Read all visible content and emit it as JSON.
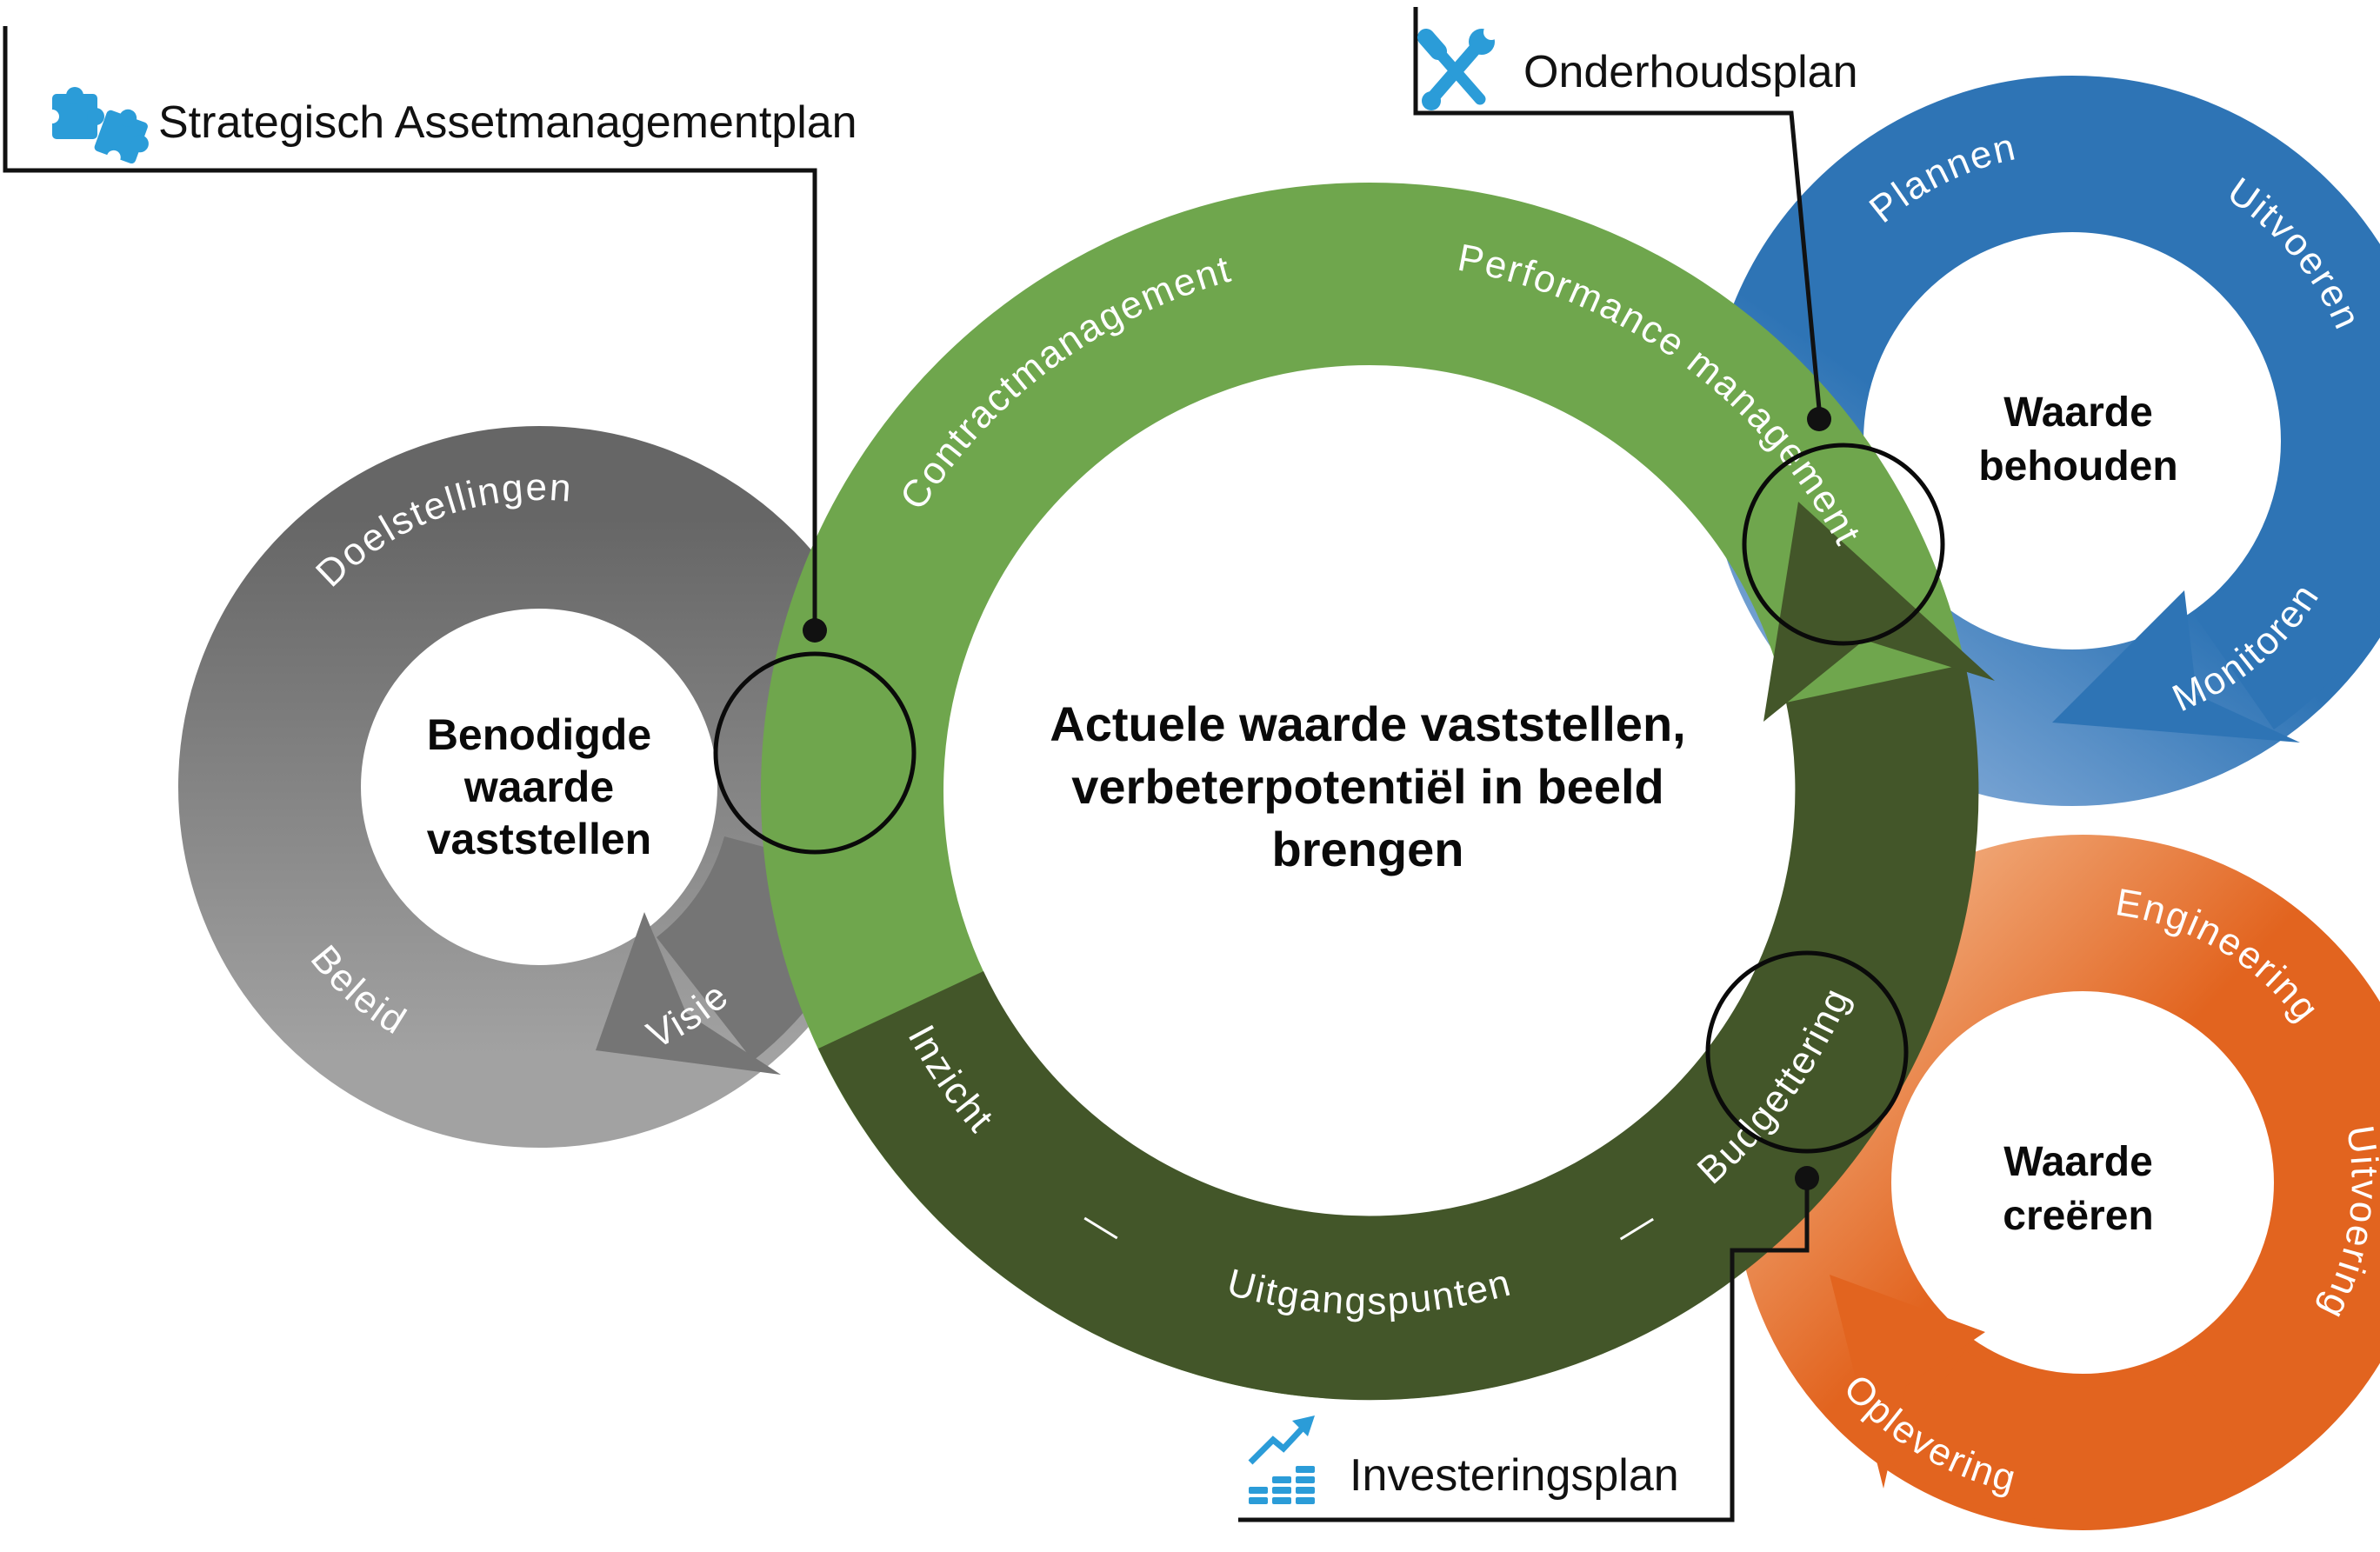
{
  "callouts": {
    "strategisch": {
      "label": "Strategisch Assetmanagementplan",
      "icon": "puzzle-icon"
    },
    "onderhoudsplan": {
      "label": "Onderhoudsplan",
      "icon": "tools-icon"
    },
    "investeringsplan": {
      "label": "Investeringsplan",
      "icon": "bar-chart-icon"
    }
  },
  "cycles": {
    "benodigde": {
      "center": [
        "Benodigde",
        "waarde",
        "vaststellen"
      ],
      "segments": [
        "Doelstellingen",
        "Beleid",
        "Visie"
      ]
    },
    "actuele": {
      "center": [
        "Actuele waarde vaststellen,",
        "verbeterpotentiël in beeld",
        "brengen"
      ],
      "segments_top": [
        "Contractmanagement",
        "Performance management"
      ],
      "segments_bottom": [
        "Inzicht",
        "—",
        "Uitgangspunten",
        "—",
        "Budgettering"
      ]
    },
    "behouden": {
      "center": [
        "Waarde",
        "behouden"
      ],
      "segments": [
        "Plannen",
        "Uitvoeren",
        "Monitoren"
      ]
    },
    "creeren": {
      "center": [
        "Waarde",
        "creëren"
      ],
      "segments": [
        "Engineering",
        "Uitvoering",
        "Oplevering"
      ]
    }
  },
  "colors": {
    "accent_blue": "#2B9CD8",
    "blue_ring_dark": "#2E74B5",
    "blue_ring_light": "#7FA8D6",
    "green_light": "#6FA64D",
    "green_dark": "#435629",
    "gray_dark": "#6A6A6A",
    "gray_light": "#9E9E9E",
    "orange_dark": "#E2641F",
    "orange_light": "#F0A878",
    "line": "#111111"
  }
}
